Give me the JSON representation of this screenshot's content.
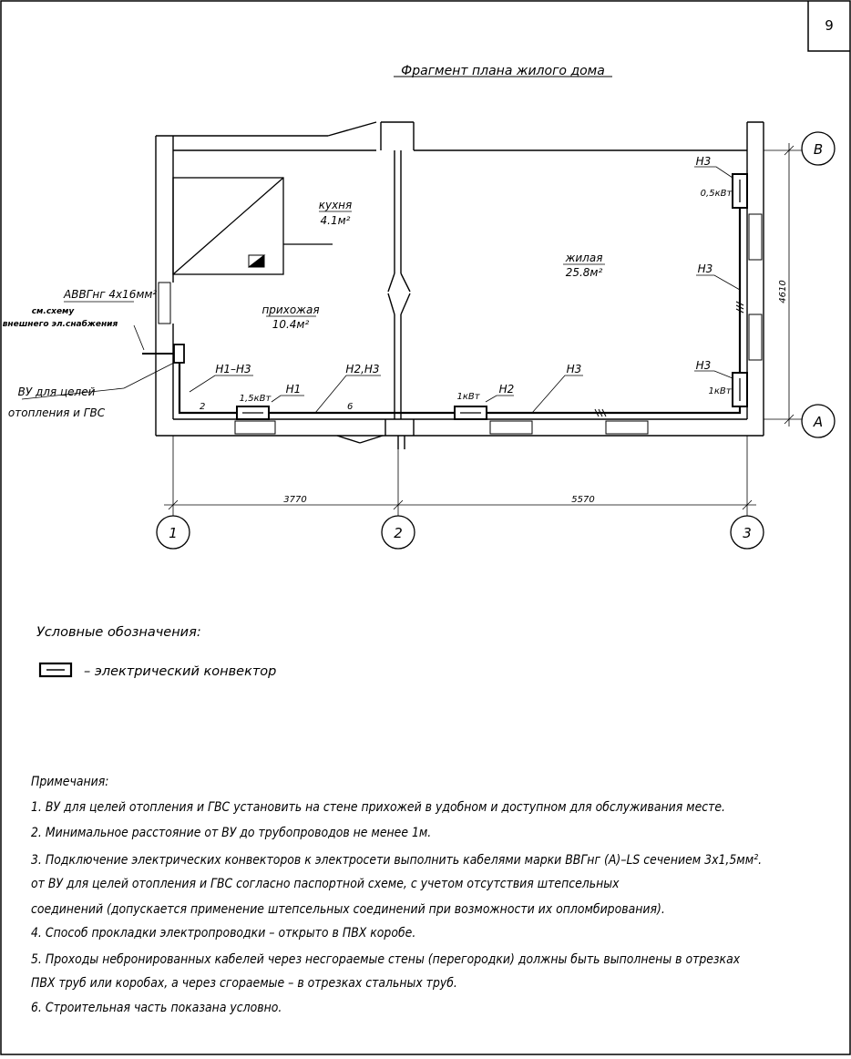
{
  "sheet": {
    "number": "9"
  },
  "plan": {
    "title": "Фрагмент плана жилого дома",
    "rooms": {
      "kitchen": {
        "name": "кухня",
        "area": "4.1м²"
      },
      "hall": {
        "name": "прихожая",
        "area": "10.4м²"
      },
      "living": {
        "name": "жилая",
        "area": "25.8м²"
      }
    },
    "cable": {
      "brand": "АВВГнг 4х16мм²",
      "see_line1": "см.схему",
      "see_line2": "внешнего эл.снабжения"
    },
    "vu": {
      "line1": "ВУ для целей",
      "line2": "отопления и ГВС"
    },
    "group_labels": {
      "h1_h3": "Н1–Н3",
      "h1": "Н1",
      "h2_h3": "Н2,Н3",
      "h2": "Н2",
      "h3_bottom": "Н3",
      "h3_right_top": "Н3",
      "h3_right_mid": "Н3",
      "h3_right_low": "Н3"
    },
    "convector_ratings": {
      "c1": "1,5кВт",
      "c2": "1кВт",
      "c3_top": "0,5кВт",
      "c3_bottom": "1кВт"
    },
    "wire_counts": {
      "w1": "2",
      "w2": "6"
    },
    "dimensions": {
      "d12": "3770",
      "d23": "5570",
      "height": "4610"
    },
    "axes": {
      "a1": "1",
      "a2": "2",
      "a3": "3",
      "aA": "А",
      "aB": "В"
    }
  },
  "legend": {
    "title": "Условные обозначения:",
    "convector": "– электрический конвектор"
  },
  "notes": {
    "title": "Примечания:",
    "n1": "1. ВУ для целей отопления и ГВС установить на стене прихожей в удобном и доступном для обслуживания месте.",
    "n2": "2. Минимальное расстояние от ВУ до трубопроводов не менее 1м.",
    "n3a": "3. Подключение электрических конвекторов к электросети выполнить кабелями марки ВВГнг (А)–LS сечением 3х1,5мм².",
    "n3b": "от ВУ для целей отопления и ГВС согласно паспортной схеме, с учетом отсутствия штепсельных",
    "n3c": "соединений (допускается применение штепсельных соединений при возможности их опломбирования).",
    "n4": "4. Способ прокладки электропроводки – открыто в ПВХ коробе.",
    "n5a": "5. Проходы небронированных кабелей через несгораемые стены (перегородки) должны быть выполнены в отрезках",
    "n5b": "ПВХ труб или коробах, а через сгораемые – в отрезках стальных труб.",
    "n6": "6. Строительная часть показана условно."
  }
}
